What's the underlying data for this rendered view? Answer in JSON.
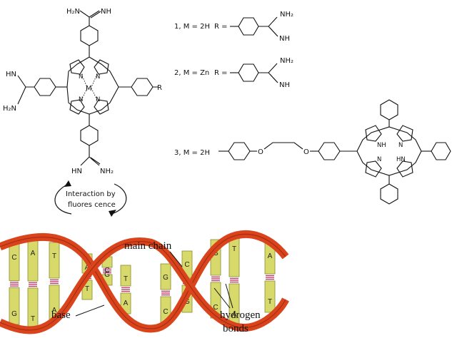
{
  "porphyrin_main": {
    "top_amidine": [
      "H₂N",
      "NH"
    ],
    "left_amidine": [
      "HN",
      "H₂N"
    ],
    "bottom_amidine": [
      "HN",
      "NH₂"
    ],
    "pyrrole_n": [
      "N",
      "N",
      "N",
      "N"
    ],
    "metal": "M",
    "r_group": "R"
  },
  "compounds": [
    {
      "label": "1,  M = 2H",
      "r_eq": "R =",
      "sub": [
        "NH₂",
        "NH"
      ]
    },
    {
      "label": "2,  M = Zn",
      "r_eq": "R =",
      "sub": [
        "NH₂",
        "NH"
      ]
    },
    {
      "label": "3,  M = 2H",
      "linker": [
        "O",
        "O"
      ]
    }
  ],
  "tpp_labels": [
    "NH",
    "N",
    "N",
    "HN"
  ],
  "interaction": {
    "line1": "Interaction by",
    "line2": "fluores cence"
  },
  "dna": {
    "labels": {
      "main_chain": "main chain",
      "base": "base",
      "hydrogen_bonds_1": "hydrogen",
      "hydrogen_bonds_2": "bonds"
    },
    "pairs": [
      [
        "C",
        "G"
      ],
      [
        "A",
        "T"
      ],
      [
        "T",
        "A"
      ],
      [
        "A",
        "T"
      ],
      [
        "C",
        "G"
      ],
      [
        "T",
        "A"
      ],
      [
        "G",
        "C"
      ],
      [
        "C",
        "G"
      ],
      [
        "G",
        "C"
      ],
      [
        "T",
        "A"
      ],
      [
        "A",
        "T"
      ]
    ],
    "colors": {
      "strand": "#d9441c",
      "strand_dark": "#a82d10",
      "base": "#d7d96a",
      "hbond": "#c0446e"
    }
  }
}
